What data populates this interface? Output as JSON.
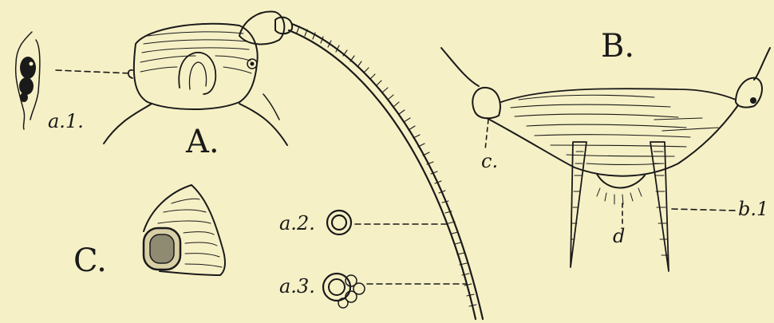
{
  "figure": {
    "labels": {
      "A": "A.",
      "B": "B.",
      "C": "C.",
      "a1": "a.1.",
      "a2": "a.2.",
      "a3": "a.3.",
      "b1": "b.1",
      "c": "c.",
      "d": "d"
    }
  },
  "colors": {
    "paper": "#f6f0c6",
    "ink": "#1a1a1a"
  }
}
